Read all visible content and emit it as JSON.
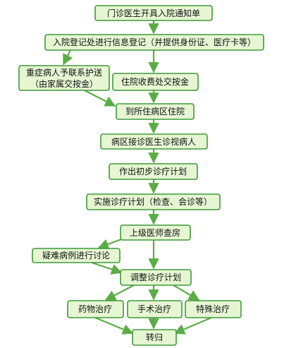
{
  "flowchart": {
    "nodes": {
      "outpatient_notice": "门诊医生开具入院通知单",
      "admission_registration": "入院登记处进行信息登记（并提供身份证、医疗卡等）",
      "critical_escort": [
        "重症病人予联系护送",
        "（由家属交按金）"
      ],
      "pay_deposit": "住院收费处交按金",
      "go_to_ward": "到所住病区住院",
      "doctor_receives": "病区接诊医生诊视病人",
      "initial_plan": "作出初步诊疗计划",
      "implement_plan": "实施诊疗计划（检查、会诊等）",
      "senior_rounds": "上级医师查房",
      "difficult_case_discussion": "疑难病例进行讨论",
      "adjust_plan": "调整诊疗计划",
      "drug_treatment": "药物治疗",
      "surgical_treatment": "手术治疗",
      "special_treatment": "特殊治疗",
      "transfer_outcome": "转归"
    },
    "colors": {
      "box_fill": "#e6f6d2",
      "box_border": "#3f9a3a",
      "arrow": "#5aad45"
    }
  }
}
